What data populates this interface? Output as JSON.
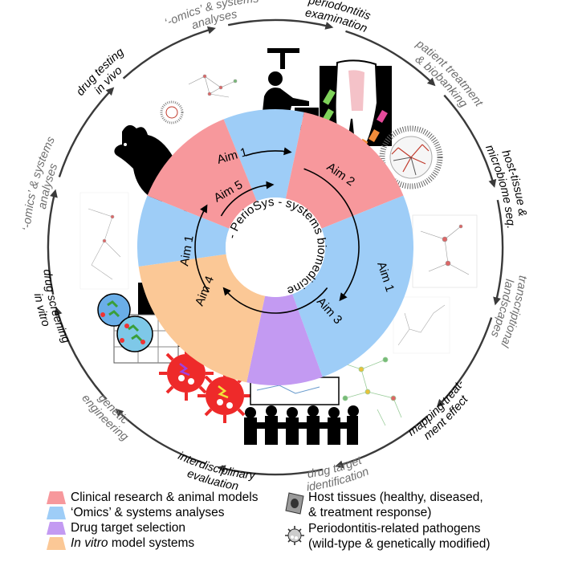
{
  "center": {
    "title": "- PerioSys - systems biomedicine"
  },
  "sector_labels": {
    "aim1_top": "Aim 1",
    "aim2": "Aim 2",
    "aim5": "Aim 5",
    "aim1_right": "Aim 1",
    "aim3": "Aim 3",
    "aim4": "Aim 4",
    "aim1_left": "Aim 1"
  },
  "cycle_steps": [
    {
      "line1": "periodontitis",
      "line2": "examination",
      "style": "bold"
    },
    {
      "line1": "patient treatment",
      "line2": "& biobanking",
      "style": "gray"
    },
    {
      "line1": "host-tissue &",
      "line2": "microbiome seq.",
      "style": "bold"
    },
    {
      "line1": "transcriptional",
      "line2": "landscapes",
      "style": "gray"
    },
    {
      "line1": "mapping treat-",
      "line2": "ment effect",
      "style": "bold"
    },
    {
      "line1": "drug target",
      "line2": "identification",
      "style": "gray"
    },
    {
      "line1": "interdisciplinary",
      "line2": "evaluation",
      "style": "bold"
    },
    {
      "line1": "genetic",
      "line2": "engineering",
      "style": "gray"
    },
    {
      "line1": "drug screening",
      "line2": "in vitro",
      "style": "bold"
    },
    {
      "line1": "‘-omics’ & systems",
      "line2": "analyses",
      "style": "gray"
    },
    {
      "line1": "drug testing",
      "line2": "in vivo",
      "style": "bold"
    },
    {
      "line1": "‘-omics’ & systems",
      "line2": "analyses",
      "style": "gray"
    }
  ],
  "legend": {
    "left": [
      {
        "text": "Clinical research & animal models",
        "color": "#f7989c",
        "icon": "swatch-red"
      },
      {
        "text": "‘Omics’ & systems analyses",
        "color": "#9ecdf7",
        "icon": "swatch-blue"
      },
      {
        "text": "Drug target selection",
        "color": "#c39af2",
        "icon": "swatch-purple"
      },
      {
        "text_italic": "In vitro",
        "text": " model systems",
        "color": "#fbc896",
        "icon": "swatch-orange"
      }
    ],
    "right": [
      {
        "line1": "Host tissues (healthy, diseased,",
        "line2": "& treatment response)",
        "icon": "host-cell-icon"
      },
      {
        "line1": "Periodontitis-related pathogens",
        "line2": "(wild-type & genetically modified)",
        "icon": "pathogen-icon"
      }
    ]
  },
  "colors": {
    "clinical": "#f7989c",
    "omics": "#9ecdf7",
    "drug_target": "#c39af2",
    "in_vitro": "#fbc896",
    "arrow": "#3a3a3a",
    "gray_text": "#6e6e6e"
  },
  "icons": [
    "dentist-icon",
    "tooth-cross-section-icon",
    "phylogenetic-tree-icon",
    "network-graph-icon",
    "mouse-icon",
    "lab-screening-icon",
    "pathogen-icon",
    "meeting-icon",
    "host-cell-icon"
  ]
}
